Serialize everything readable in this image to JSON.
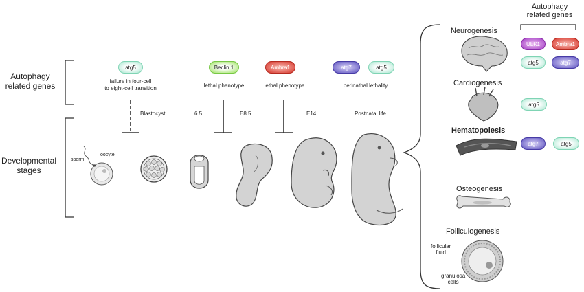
{
  "left_labels": {
    "genes_line1": "Autophagy",
    "genes_line2": "related genes",
    "stages_line1": "Developmental",
    "stages_line2": "stages"
  },
  "gene_pills": {
    "atg5_a": "atg5",
    "beclin1": "Beclin 1",
    "ambra1": "Ambra1",
    "atg7": "atg7",
    "atg5_b": "atg5"
  },
  "phenotypes": {
    "p1_line1": "failure in four-cell",
    "p1_line2": "to eight-cell transition",
    "p2": "lethal phenotype",
    "p3": "lethal phenotype",
    "p4": "perinathal lethality"
  },
  "stages": {
    "blastocyst": "Blastocyst",
    "s65": "6.5",
    "e85": "E8.5",
    "e14": "E14",
    "postnatal": "Postnatal life"
  },
  "embryo_labels": {
    "sperm": "sperm",
    "oocyte": "oocyte"
  },
  "right_header": {
    "line1": "Autophagy",
    "line2": "related genes"
  },
  "organs": {
    "neuro": "Neurogenesis",
    "cardio": "Cardiogenesis",
    "hemato": "Hematopoiesis",
    "osteo": "Osteogenesis",
    "follic": "Folliculogenesis",
    "follicular_fluid_1": "follicular",
    "follicular_fluid_2": "fluid",
    "granulosa_1": "granulosa",
    "granulosa_2": "cells"
  },
  "organ_pills": {
    "ulk1": "ULK1",
    "ambra1": "Ambra1",
    "atg5_n": "atg5",
    "atg7_n": "atg7",
    "atg5_c": "atg5",
    "atg7_h": "atg7",
    "atg5_h": "atg5"
  }
}
